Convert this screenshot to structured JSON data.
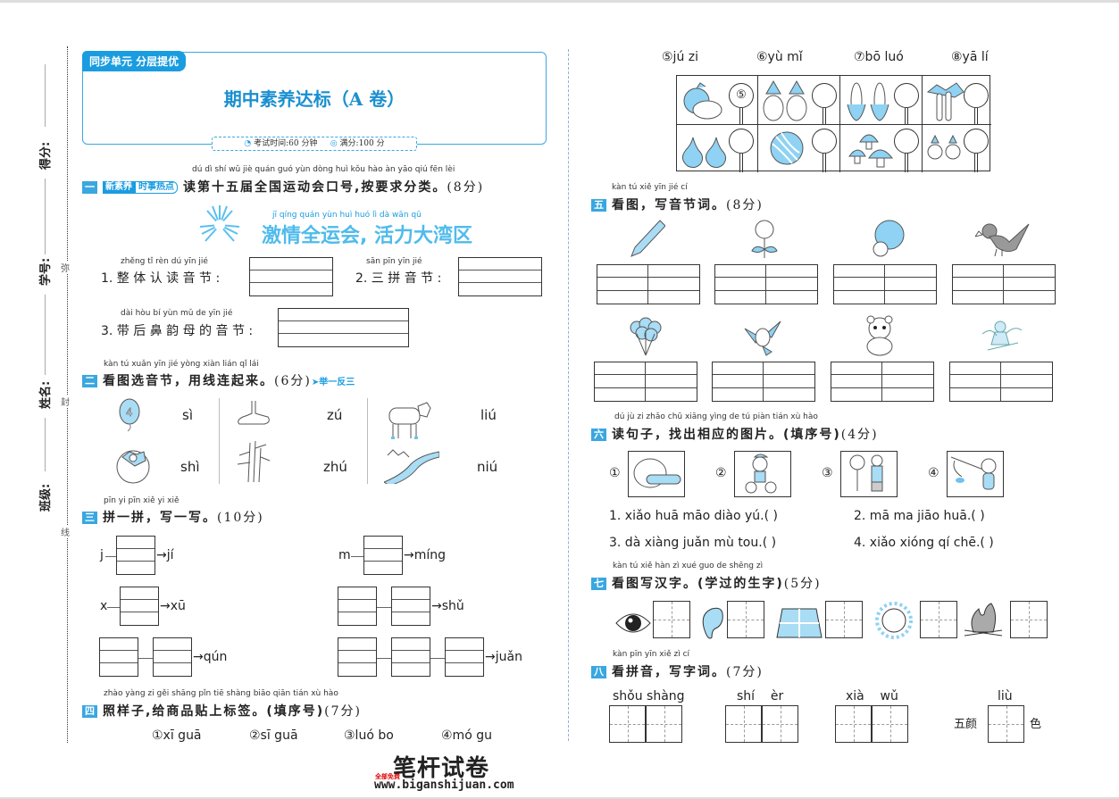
{
  "binding_margin": {
    "fields": [
      "得分:",
      "学号:",
      "姓名:",
      "班级:"
    ],
    "seal_chars": [
      "弥",
      "封",
      "线"
    ]
  },
  "header": {
    "tag": "同步单元 分层提优",
    "title": "期中素养达标（A 卷）",
    "exam_time": "考试时间:60 分钟",
    "full_score": "满分:100 分"
  },
  "q1": {
    "num": "一",
    "badge_new": "新素养",
    "badge_topic": "时事热点",
    "pinyin": "dú dì shí wǔ jiè quán guó yùn dòng huì kǒu hào   àn yāo qiú fēn lèi",
    "text": "读第十五届全国运动会口号,按要求分类。",
    "score": "(8分)",
    "slogan_pinyin": "jī qíng quán yùn huì      huó lì dà wān qū",
    "slogan": "激情全运会, 活力大湾区",
    "items": [
      {
        "label_pinyin": "zhěng tǐ rèn dú yīn jié",
        "label": "1.  整 体 认 读 音 节 :"
      },
      {
        "label_pinyin": "sān pīn yīn jié",
        "label": "2. 三 拼 音 节 :"
      },
      {
        "label_pinyin": "dài hòu bí yùn mǔ de yīn jié",
        "label": "3. 带 后 鼻 韵 母 的 音 节 :"
      }
    ]
  },
  "q2": {
    "num": "二",
    "pinyin": "kàn tú xuǎn yīn jié   yòng xiàn lián qǐ lái",
    "text": "看图选音节，用线连起来。",
    "score": "(6分)",
    "extra": "➤举一反三",
    "groups": [
      {
        "pics": [
          "balloon-4",
          "persimmon"
        ],
        "syllables": [
          "sì",
          "shì"
        ]
      },
      {
        "pics": [
          "foot",
          "bamboo"
        ],
        "syllables": [
          "zú",
          "zhú"
        ]
      },
      {
        "pics": [
          "cow",
          "river"
        ],
        "syllables": [
          "liú",
          "niú"
        ]
      }
    ]
  },
  "q3": {
    "num": "三",
    "pinyin": "pīn yi pīn   xiě yi xiě",
    "text": "拼一拼，写一写。",
    "score": "(10分)",
    "rows": [
      {
        "prefix": "j",
        "result": "jí"
      },
      {
        "prefix": "m",
        "result": "míng"
      },
      {
        "prefix": "x",
        "result": "xū"
      },
      {
        "prefix": "",
        "result": "shǔ"
      },
      {
        "prefix": "",
        "result": "qún"
      },
      {
        "prefix": "",
        "result": "juǎn"
      }
    ]
  },
  "q4": {
    "num": "四",
    "pinyin": "zhào yàng zi   gěi shāng pǐn tiē shàng biāo qiān        tián xù hào",
    "text": "照样子,给商品贴上标签。(填序号)",
    "score": "(7分)",
    "options": [
      "①xī guā",
      "②sī guā",
      "③luó bo",
      "④mó gu",
      "⑤jú zi",
      "⑥yù mǐ",
      "⑦bō luó",
      "⑧yā lí"
    ],
    "example_answer": "⑤",
    "grid_items": [
      "orange",
      "pineapple",
      "corn",
      "loofah",
      "pear",
      "watermelon",
      "mushroom",
      "radish"
    ]
  },
  "q5": {
    "num": "五",
    "pinyin": "kàn tú   xiě yīn jié cí",
    "text": "看图，写音节词。",
    "score": "(8分)",
    "pics": [
      "pencil",
      "chrysanthemum",
      "cabbage",
      "crow",
      "balloons",
      "magpie",
      "tiger",
      "nezha"
    ]
  },
  "q6": {
    "num": "六",
    "pinyin": "dú jù zi   zhǎo chū xiāng yìng de tú piàn      tián xù hào",
    "text": "读句子，找出相应的图片。(填序号)",
    "score": "(4分)",
    "pic_labels": [
      "①",
      "②",
      "③",
      "④"
    ],
    "pics": [
      "elephant-log",
      "bear-bike",
      "mom-watering",
      "cat-fishing"
    ],
    "sentences": [
      "1. xiǎo huā māo diào yú.(      )",
      "2. mā ma jiāo huā.(      )",
      "3. dà xiàng juǎn mù tou.(      )",
      "4. xiǎo xióng qí chē.(      )"
    ]
  },
  "q7": {
    "num": "七",
    "pinyin": "kàn tú xiě hàn zì      xué guo de shēng zì",
    "text": "看图写汉字。(学过的生字)",
    "score": "(5分)",
    "pics": [
      "eye",
      "ear",
      "field",
      "sun",
      "fire"
    ]
  },
  "q8": {
    "num": "八",
    "pinyin": "kàn pīn yīn   xiě zì cí",
    "text": "看拼音，写字词。",
    "score": "(7分)",
    "words": [
      {
        "pinyin": "shǒu shàng",
        "cells": 2
      },
      {
        "pinyin": "shí    èr",
        "cells": 2
      },
      {
        "pinyin": "xià    wǔ",
        "cells": 2
      },
      {
        "pinyin": "liù",
        "cells": 1,
        "before": "五颜",
        "after": "色"
      }
    ]
  },
  "footer": {
    "brand": "笔杆试卷",
    "free": "全部免费",
    "url": "www.biganshijuan.com"
  }
}
